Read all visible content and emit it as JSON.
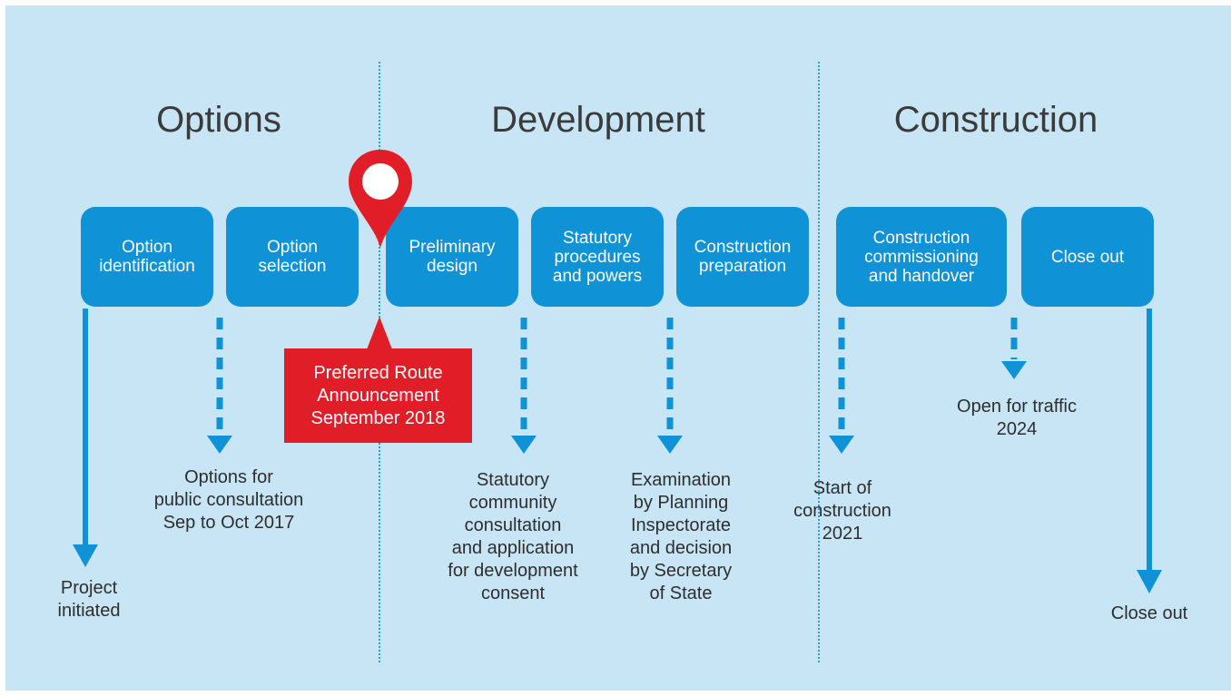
{
  "phases": {
    "options": "Options",
    "development": "Development",
    "construction": "Construction"
  },
  "steps": [
    {
      "label": "Option\nidentification"
    },
    {
      "label": "Option\nselection"
    },
    {
      "label": "Preliminary\ndesign"
    },
    {
      "label": "Statutory\nprocedures\nand powers"
    },
    {
      "label": "Construction\npreparation"
    },
    {
      "label": "Construction\ncommissioning\nand handover"
    },
    {
      "label": "Close out"
    }
  ],
  "milestones": {
    "project_initiated": "Project\ninitiated",
    "options_consultation": "Options for\npublic consultation\nSep to Oct 2017",
    "statutory_consultation": "Statutory\ncommunity\nconsultation\nand application\nfor development\nconsent",
    "examination": "Examination\nby Planning\nInspectorate\nand decision\nby Secretary\nof State",
    "start_construction": "Start of\nconstruction\n2021",
    "open_traffic": "Open for traffic\n2024",
    "close_out": "Close out"
  },
  "callout": {
    "text": "Preferred Route\nAnnouncement\nSeptember 2018"
  },
  "colors": {
    "background": "#c7e5f4",
    "step_fill": "#0f93d6",
    "arrow": "#0f93d6",
    "divider": "#2a9fd6",
    "callout": "#e11e27",
    "pin": "#e11e27"
  },
  "icons": {
    "pin": "map-pin-icon"
  }
}
